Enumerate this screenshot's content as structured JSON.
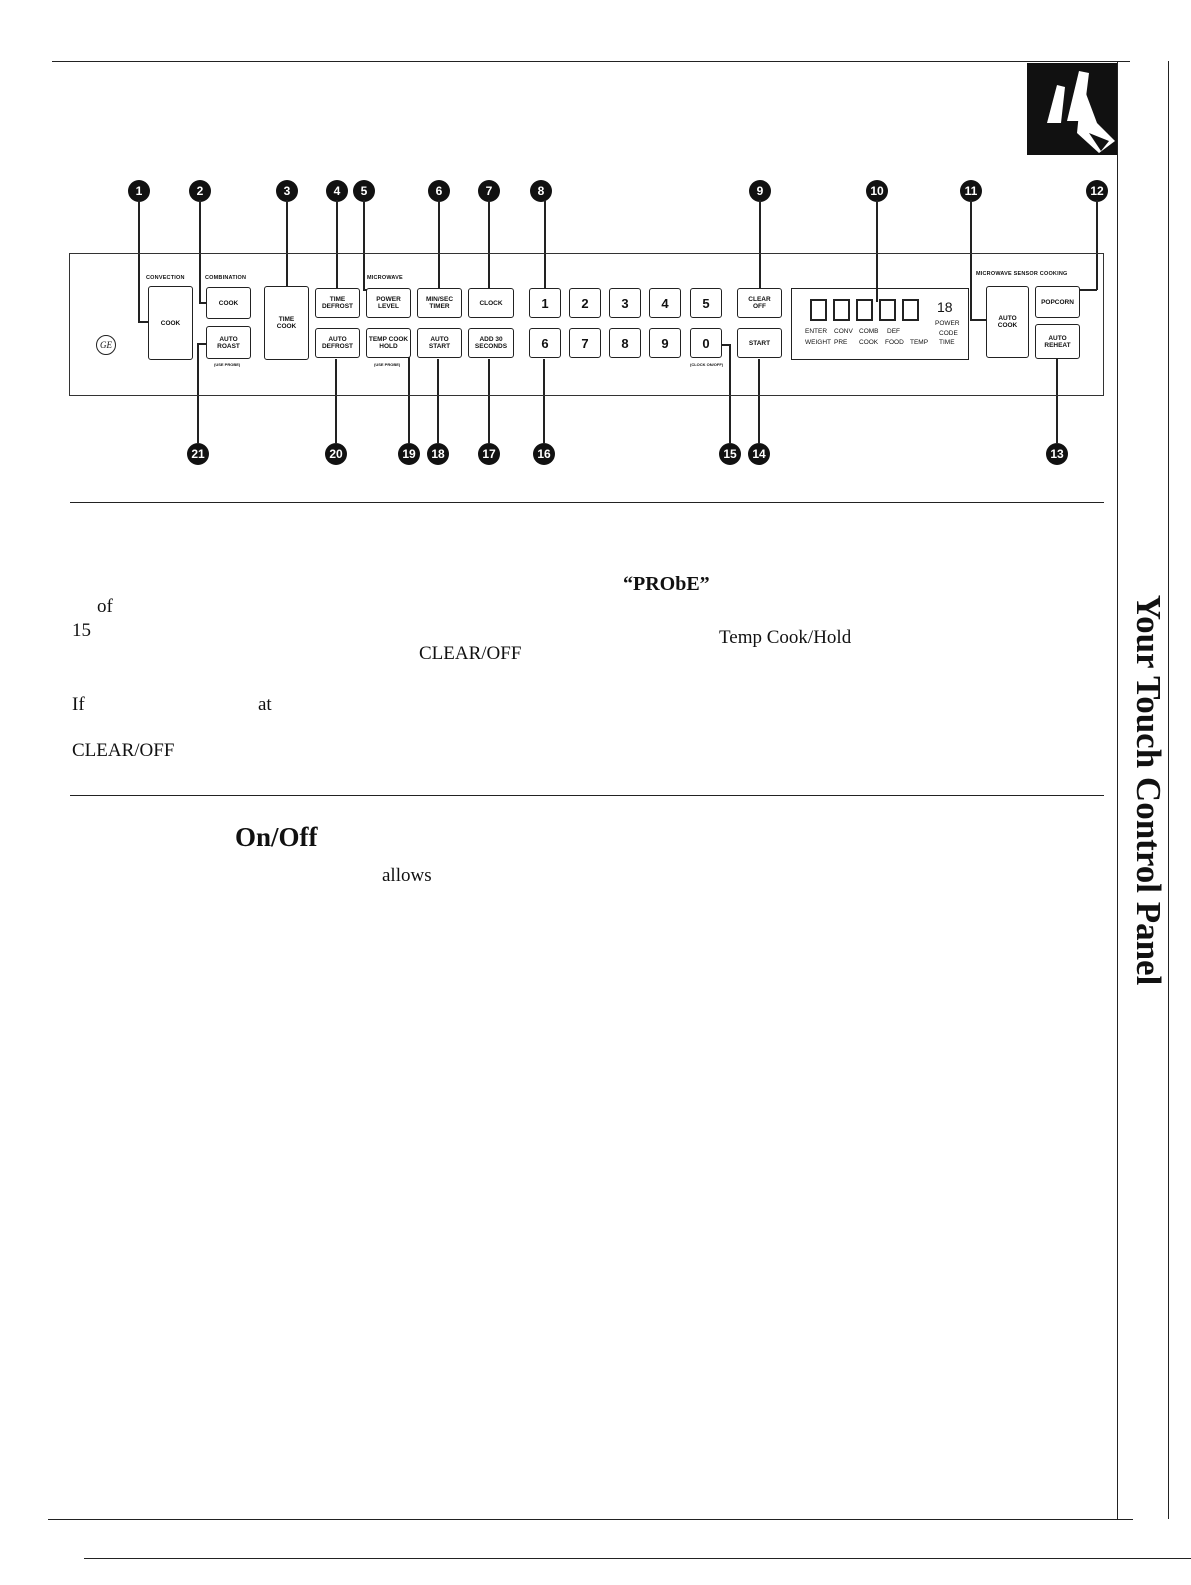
{
  "panel": {
    "section_labels": {
      "convection": "CONVECTION",
      "combination": "COMBINATION",
      "microwave": "MICROWAVE",
      "sensor": "MICROWAVE SENSOR COOKING"
    },
    "buttons": {
      "cook": "COOK",
      "combo_cook": "COOK",
      "auto_roast": "AUTO\nROAST",
      "time_cook": "TIME\nCOOK",
      "time_defrost": "TIME\nDEFROST",
      "auto_defrost": "AUTO\nDEFROST",
      "power_level": "POWER\nLEVEL",
      "temp_cook_hold": "TEMP COOK\nHOLD",
      "min_sec_timer": "MIN/SEC\nTIMER",
      "auto_start": "AUTO\nSTART",
      "clock": "CLOCK",
      "add_30_seconds": "ADD 30\nSECONDS",
      "num_1": "1",
      "num_2": "2",
      "num_3": "3",
      "num_4": "4",
      "num_5": "5",
      "num_6": "6",
      "num_7": "7",
      "num_8": "8",
      "num_9": "9",
      "num_0": "0",
      "clear_off": "CLEAR\nOFF",
      "start": "START",
      "auto_cook": "AUTO\nCOOK",
      "popcorn": "POPCORN",
      "auto_reheat": "AUTO\nREHEAT"
    },
    "sublabels": {
      "use_probe_1": "(USE PROBE)",
      "use_probe_2": "(USE PROBE)",
      "clock_on_off": "(CLOCK ON/OFF)"
    },
    "brand_logo": "GE",
    "display": {
      "small_digits": "18",
      "row1": [
        "ENTER",
        "CONV",
        "COMB",
        "DEF",
        "POWER"
      ],
      "row1b": [
        "CODE"
      ],
      "row2": [
        "WEIGHT",
        "PRE",
        "COOK",
        "FOOD",
        "TEMP",
        "TIME"
      ]
    }
  },
  "callouts": [
    "1",
    "2",
    "3",
    "4",
    "5",
    "6",
    "7",
    "8",
    "9",
    "10",
    "11",
    "12",
    "13",
    "14",
    "15",
    "16",
    "17",
    "18",
    "19",
    "20",
    "21"
  ],
  "text_fragments": {
    "probe": "“PRObE”",
    "of": "of",
    "fifteen": "15",
    "clear_off_1": "CLEAR/OFF",
    "temp_cook_hold": "Temp Cook/Hold",
    "if": "If",
    "at": "at",
    "clear_off_2": "CLEAR/OFF",
    "on_off": "On/Off",
    "allows": "allows"
  },
  "side_title": "Your Touch Control Panel"
}
